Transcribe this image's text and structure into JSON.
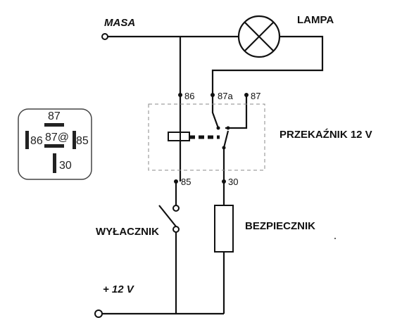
{
  "labels": {
    "masa": "MASA",
    "lampa": "LAMPA",
    "przekaznik": "PRZEKAŹNIK 12 V",
    "wylacznik": "WYŁACZNIK",
    "bezpiecznik": "BEZPIECZNIK",
    "plus12v": "+ 12 V"
  },
  "relay_pins": {
    "p86": "86",
    "p87a": "87a",
    "p87": "87",
    "p85": "85",
    "p30": "30"
  },
  "relay_socket": {
    "top": "87",
    "left": "86",
    "center": "87@",
    "right": "85",
    "bottom": "30"
  }
}
